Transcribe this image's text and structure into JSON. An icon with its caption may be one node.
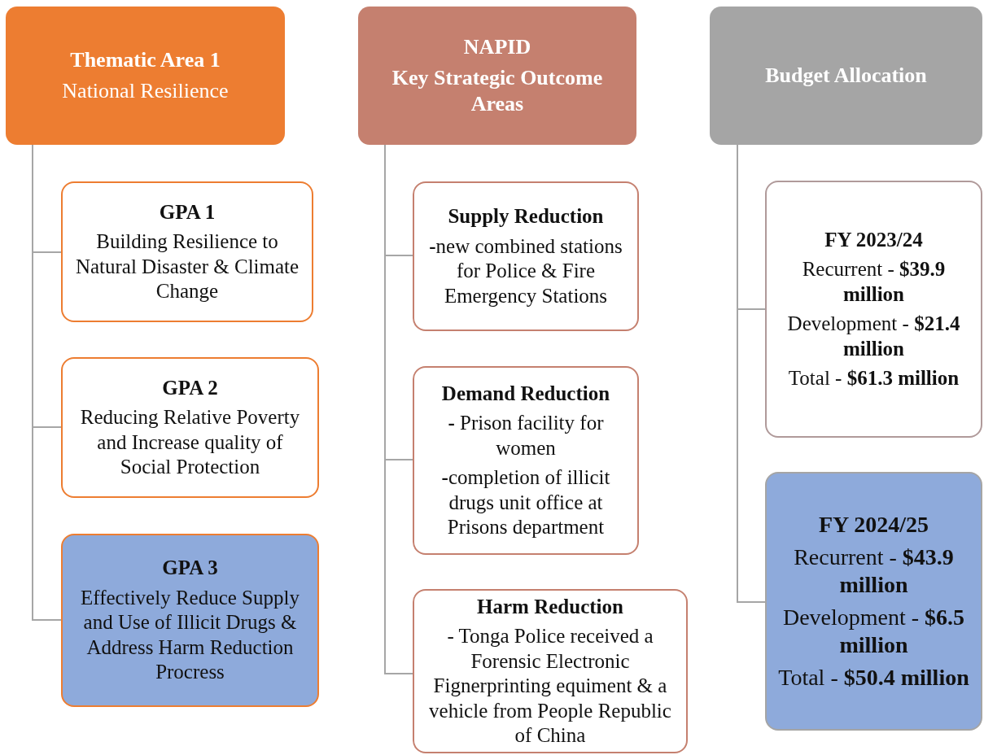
{
  "diagram": {
    "nodes": [
      {
        "text": [
          "Thematic Area 1",
          "National Resilience"
        ]
      },
      {
        "text": [
          "GPA 1",
          "Building Resilience to Natural Disaster & Climate Change"
        ]
      },
      {
        "text": [
          "GPA 2",
          "Reducing Relative Poverty and Increase quality of Social Protection"
        ]
      },
      {
        "text": [
          "GPA 3",
          "Effectively Reduce Supply and Use of Illicit Drugs & Address Harm Reduction Procress"
        ]
      },
      {
        "text": [
          "NAPID",
          "Key Strategic Outcome Areas"
        ]
      },
      {
        "text": [
          "Supply Reduction",
          "**-**new combined stations for Police & Fire Emergency Stations"
        ]
      },
      {
        "text": [
          "Demand Reduction",
          "**-** Prison facility for women",
          "**-**completion of illicit drugs unit office at Prisons department"
        ]
      },
      {
        "text": [
          "Harm Reduction",
          "- Tonga Police received a Forensic Electronic Fignerprinting equiment & a vehicle from People Republic of China"
        ]
      },
      {
        "text": [
          "Budget Allocation"
        ]
      },
      {
        "text": [
          "FY 2023/24",
          "Recurrent - **$39.9 million**",
          "Development - **$21.4 million**",
          "Total - **$61.3 million**"
        ]
      },
      {
        "text": [
          "FY 2024/25",
          "Recurrent - **$43.9 million**",
          "Development - **$6.5 million**",
          "Total - **$50.4 million**"
        ]
      }
    ],
    "edges": [
      {
        "from": 0,
        "to": 1,
        "arrow": "none"
      },
      {
        "from": 0,
        "to": 2,
        "arrow": "none"
      },
      {
        "from": 0,
        "to": 3,
        "arrow": "none"
      },
      {
        "from": 4,
        "to": 5,
        "arrow": "none"
      },
      {
        "from": 4,
        "to": 6,
        "arrow": "none"
      },
      {
        "from": 4,
        "to": 7,
        "arrow": "none"
      },
      {
        "from": 8,
        "to": 9,
        "arrow": "none"
      },
      {
        "from": 8,
        "to": 10,
        "arrow": "none"
      }
    ]
  }
}
